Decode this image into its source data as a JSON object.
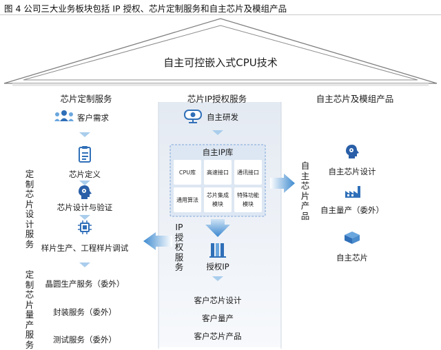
{
  "caption": "图 4 公司三大业务板块包括 IP 授权、芯片定制服务和自主芯片及模组产品",
  "roof_title": "自主可控嵌入式CPU技术",
  "columns": {
    "custom": {
      "title": "芯片定制服务",
      "steps": [
        "客户需求",
        "芯片定义",
        "芯片设计与验证",
        "样片生产、工程样片调试",
        "晶圆生产服务（委外）",
        "封装服务（委外）",
        "测试服务（委外）"
      ],
      "side_design": "定制芯片设计服务",
      "side_production": "定制芯片量产服务"
    },
    "ip": {
      "title": "芯片IP授权服务",
      "research": "自主研发",
      "library_title": "自主IP库",
      "library_cells": [
        "CPU库",
        "高速接口",
        "通讯接口",
        "通用算法",
        "芯片集成模块",
        "特殊功能模块"
      ],
      "side_label": "IP授权服务",
      "license": "授权IP",
      "outcomes": [
        "客户芯片设计",
        "客户量产",
        "客户芯片产品"
      ]
    },
    "own": {
      "title": "自主芯片及模组产品",
      "side_label": "自主芯片产品",
      "items": [
        "自主芯片设计",
        "自主量产（委外）",
        "自主芯片"
      ]
    }
  },
  "colors": {
    "accent": "#3b82f6",
    "arrow": "#4f95d2",
    "arrow_light": "#a9cdec",
    "panel": "#e9eef5",
    "library_bg": "#dde7f3",
    "library_border": "#7fa6d8"
  }
}
